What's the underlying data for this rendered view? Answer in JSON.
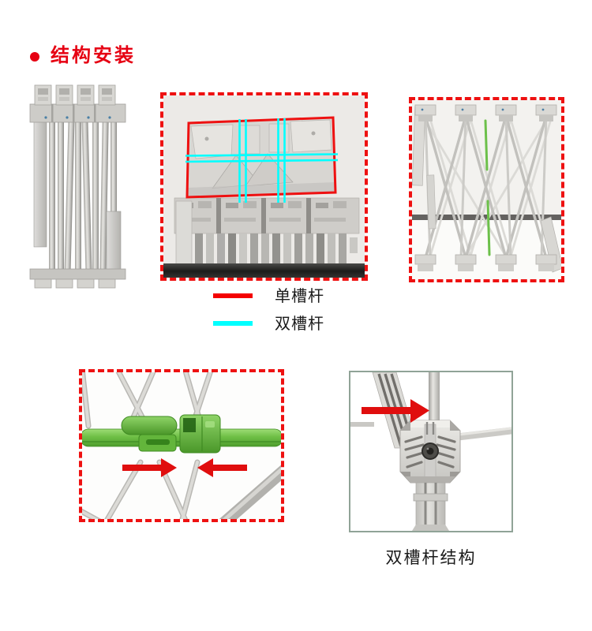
{
  "header": {
    "title": "结构安装",
    "accent_color": "#e60012"
  },
  "legend": {
    "items": [
      {
        "label": "单槽杆",
        "swatch_color": "#f40000"
      },
      {
        "label": "双槽杆",
        "swatch_color": "#00ffff"
      }
    ]
  },
  "hub_caption": "双槽杆结构",
  "figures": {
    "folded_frame": "folded-frame-photo",
    "top_view": "top-view-slot-highlight-photo",
    "expanded_frame": "expanded-scissor-frame-photo",
    "green_connector": "green-crossbar-connector-photo",
    "hub_joint": "double-slot-rod-hub-photo"
  },
  "annotation_colors": {
    "single_slot_line": "#ee1111",
    "double_slot_line": "#00ffff",
    "arrow": "#e00e0e"
  }
}
